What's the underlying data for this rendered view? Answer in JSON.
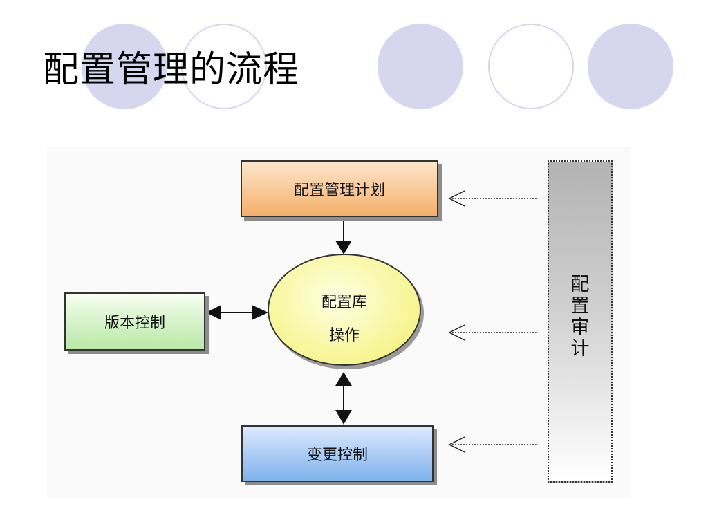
{
  "title": "配置管理的流程",
  "nodes": {
    "plan": "配置管理计划",
    "version_control": "版本控制",
    "change_control": "变更控制",
    "repository_line1": "配置库",
    "repository_line2": "操作",
    "audit": "配\n置\n审\n计"
  },
  "colors": {
    "plan_fill": "#f4b06a",
    "version_fill": "#b8e8a6",
    "change_fill": "#7fb2ec",
    "repository_fill": "#f6f489",
    "audit_fill": "#b3b3b3",
    "decor_circles": "#d6d6ee"
  }
}
